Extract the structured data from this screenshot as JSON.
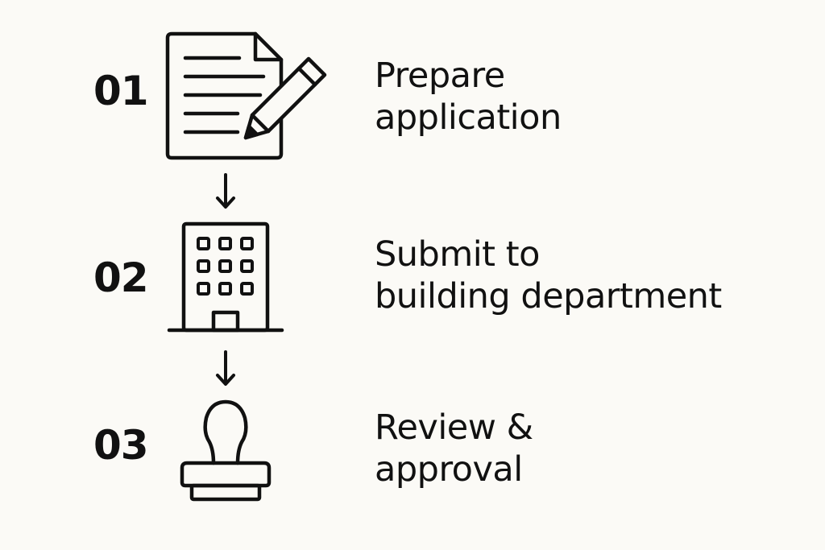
{
  "steps": [
    {
      "number": "01",
      "icon": "document-pencil-icon",
      "label_lines": [
        "Prepare",
        "application"
      ]
    },
    {
      "number": "02",
      "icon": "office-building-icon",
      "label_lines": [
        "Submit to",
        "building department"
      ]
    },
    {
      "number": "03",
      "icon": "rubber-stamp-icon",
      "label_lines": [
        "Review &",
        "approval"
      ]
    }
  ],
  "connectors": [
    "down-arrow-icon",
    "down-arrow-icon"
  ],
  "colors": {
    "background": "#fbfaf6",
    "ink": "#111111"
  }
}
